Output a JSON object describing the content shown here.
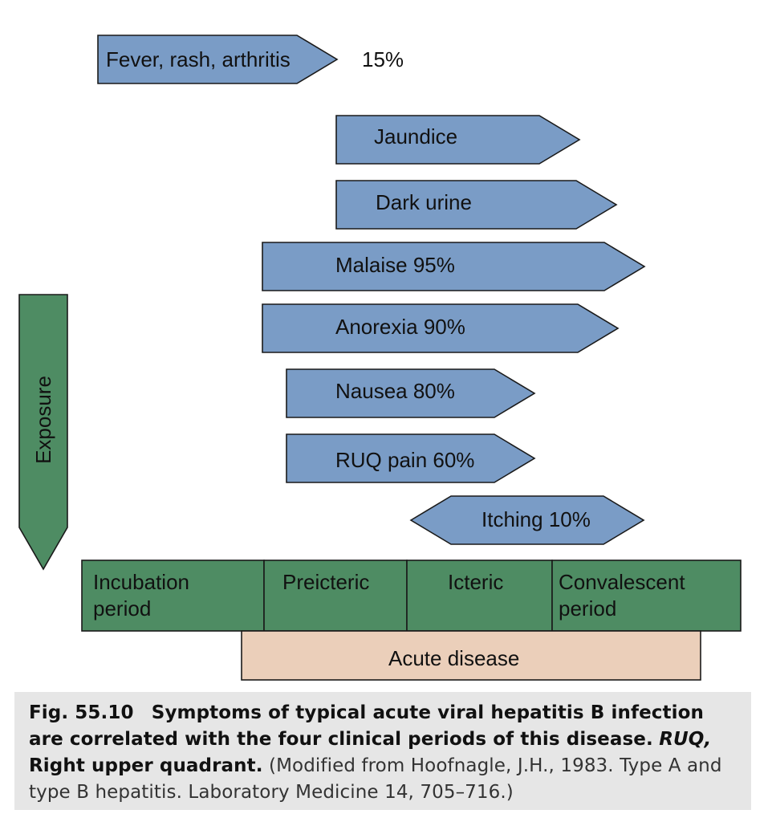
{
  "symptoms": {
    "fever": "Fever, rash, arthritis",
    "fever_pct": "15%",
    "jaundice": "Jaundice",
    "dark_urine": "Dark urine",
    "malaise": "Malaise 95%",
    "anorexia": "Anorexia 90%",
    "nausea": "Nausea 80%",
    "ruq": "RUQ pain 60%",
    "itching": "Itching 10%"
  },
  "exposure": "Exposure",
  "periods": {
    "incubation_1": "Incubation",
    "incubation_2": "period",
    "preicteric": "Preicteric",
    "icteric": "Icteric",
    "convalescent_1": "Convalescent",
    "convalescent_2": "period"
  },
  "acute": "Acute disease",
  "caption": {
    "fig": "Fig. 55.10",
    "text": "Symptoms of typical acute viral hepatitis B infection are correlated with the four clinical periods of this disease.",
    "abbr": "RUQ,",
    "abbr_def": "Right upper quadrant.",
    "note": "(Modified from Hoofnagle, J.H., 1983. Type A and type B hepatitis. Laboratory Medicine 14, 705–716.)"
  },
  "colors": {
    "arrow_blue": "#7a9cc6",
    "period_green": "#4e8c63",
    "acute_peach": "#ebcfba"
  }
}
